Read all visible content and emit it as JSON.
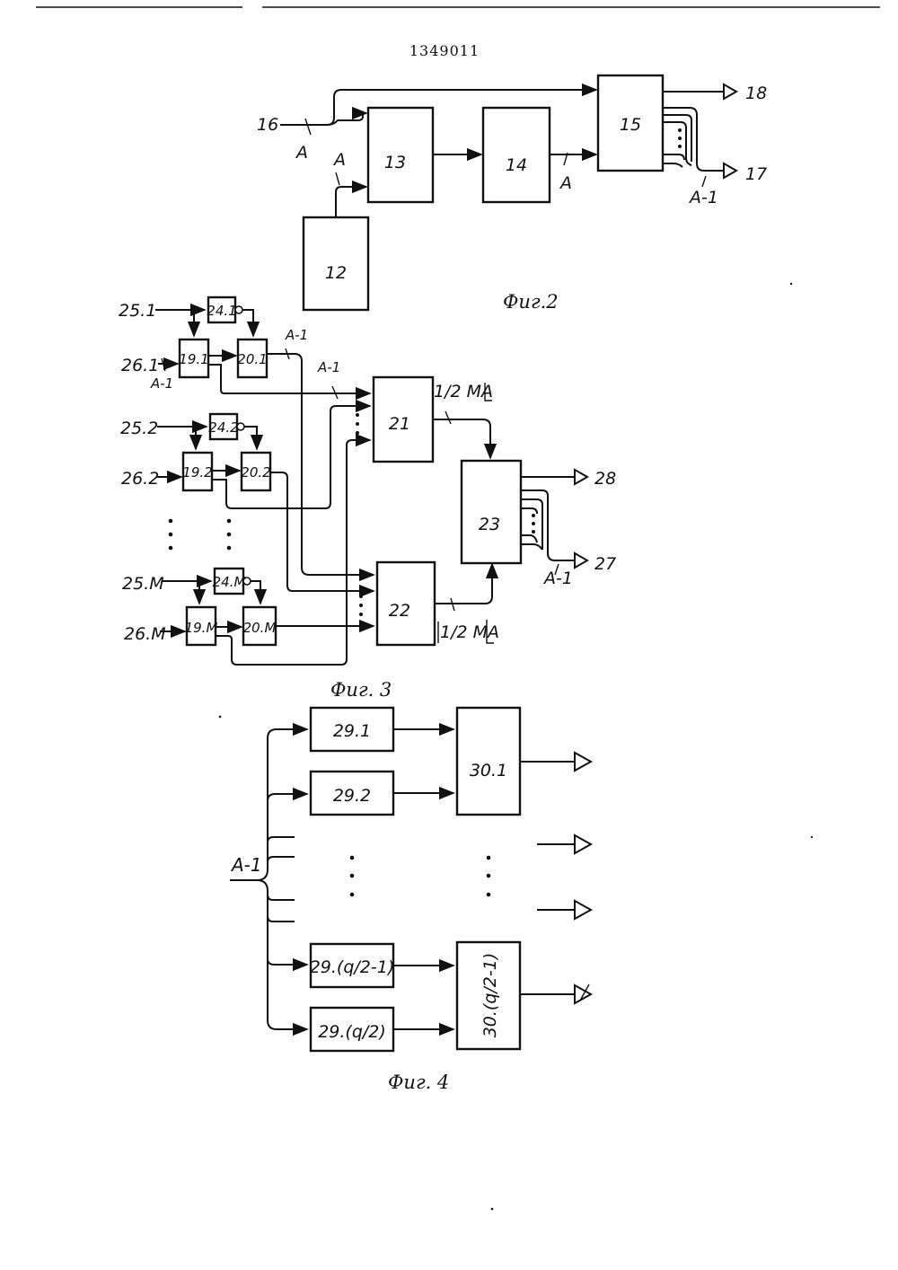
{
  "header": {
    "doc_number": "1349011"
  },
  "fig2": {
    "caption": "Фиг.2",
    "blocks": {
      "b12": "12",
      "b13": "13",
      "b14": "14",
      "b15": "15"
    },
    "input_16": "16",
    "output_18": "18",
    "output_17": "17",
    "bus_a_input": "A",
    "bus_a_12": "A",
    "bus_a_14": "A",
    "bus_a1_out": "A-1"
  },
  "fig3": {
    "caption": "Фиг. 3",
    "inputs": {
      "in_25_1": "25.1",
      "in_26_1": "26.1",
      "in_25_2": "25.2",
      "in_26_2": "26.2",
      "in_25_m": "25.M",
      "in_26_m": "26.M"
    },
    "blocks": {
      "b19_1": "19.1",
      "b20_1": "20.1",
      "b24_1": "24.1",
      "b19_2": "19.2",
      "b20_2": "20.2",
      "b24_2": "24.2",
      "b19_m": "19.M",
      "b20_m": "20.M",
      "b24_m": "24.M",
      "b21": "21",
      "b22": "22",
      "b23": "23"
    },
    "bus_a1_26": "A-1",
    "bus_a1_20": "A-1",
    "bus_a1_19": "A-1",
    "bus_half_ma_top": "1/2 MA",
    "bus_half_ma_bottom": "1/2 MA",
    "bus_a1_out": "A-1",
    "output_28": "28",
    "output_27": "27"
  },
  "fig4": {
    "caption": "Фиг. 4",
    "input_bus": "A-1",
    "blocks": {
      "b29_1": "29.1",
      "b29_2": "29.2",
      "b29_q2m1": "29.(q/2-1)",
      "b29_q2": "29.(q/2)",
      "b30_1": "30.1",
      "b30_q2m1": "30.(q/2-1)"
    }
  }
}
